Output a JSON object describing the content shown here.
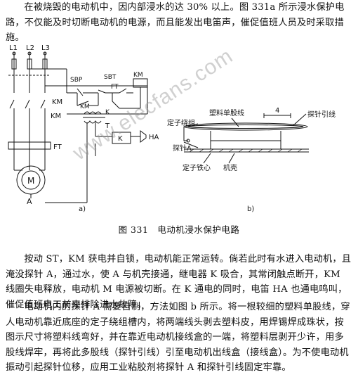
{
  "paragraphs": {
    "p1": "在被烧毁的电动机中，因内部浸水的达 30% 以上。图 331a 所示浸水保护电路，不仅能及时切断电动机的电源，而且能发出电笛声，催促值班人员及时采取措施。",
    "p2": "按动 ST，KM 获电并自锁，电动机能正常运转。倘若此时有水进入电动机，且淹没探针 A，通过水，使 A 与机壳接通，继电器 K 吸合，其常闭触点断开，KM 线圈失电释放，电动机 M 电源被切断。在 K 通电的同时，电笛 HA 也通电鸣叫，催促值班电工前来排除进水故障。",
    "p3": "电动机内的探针 A 需要自制，方法如图 b 所示。将一根较细的塑料单股线，穿人电动机靠近底座的定子绕组槽内，将两端线头剥去塑料皮，用焊锡焊成珠状，按图示尺寸将塑料线弯好，并在靠近电动机接线盒的一端，将塑料层剥开少许，用多股线焊牢，再将此多股线（探针引线）引至电动机出线盒（接线盒）。为不使电动机振动引起探针位移，应用工业粘胶剂将探针 A 和探针引线固定牢靠。"
  },
  "caption": "图 331　电动机浸水保护电路",
  "watermark": "www.elecfans.com",
  "figure_a": {
    "label": "a)",
    "phases": [
      "L1",
      "L2",
      "L3"
    ],
    "labels": {
      "sbp": "SBP",
      "sbt": "SBT",
      "km_contact": "KM",
      "km_coil": "KM",
      "km_main": "KM",
      "k_contact": "K",
      "ft_top": "FT",
      "ft_relay": "FT",
      "transformer": "T",
      "relay_k": "K",
      "horn": "HA",
      "motor": "M",
      "probe": "A"
    }
  },
  "figure_b": {
    "label": "b)",
    "labels": {
      "wire": "塑料单股线",
      "dim": "4",
      "lead": "探针引线",
      "winding": "定子绕组",
      "probe": "探针A",
      "core": "定子铁心",
      "base": "机壳"
    }
  }
}
